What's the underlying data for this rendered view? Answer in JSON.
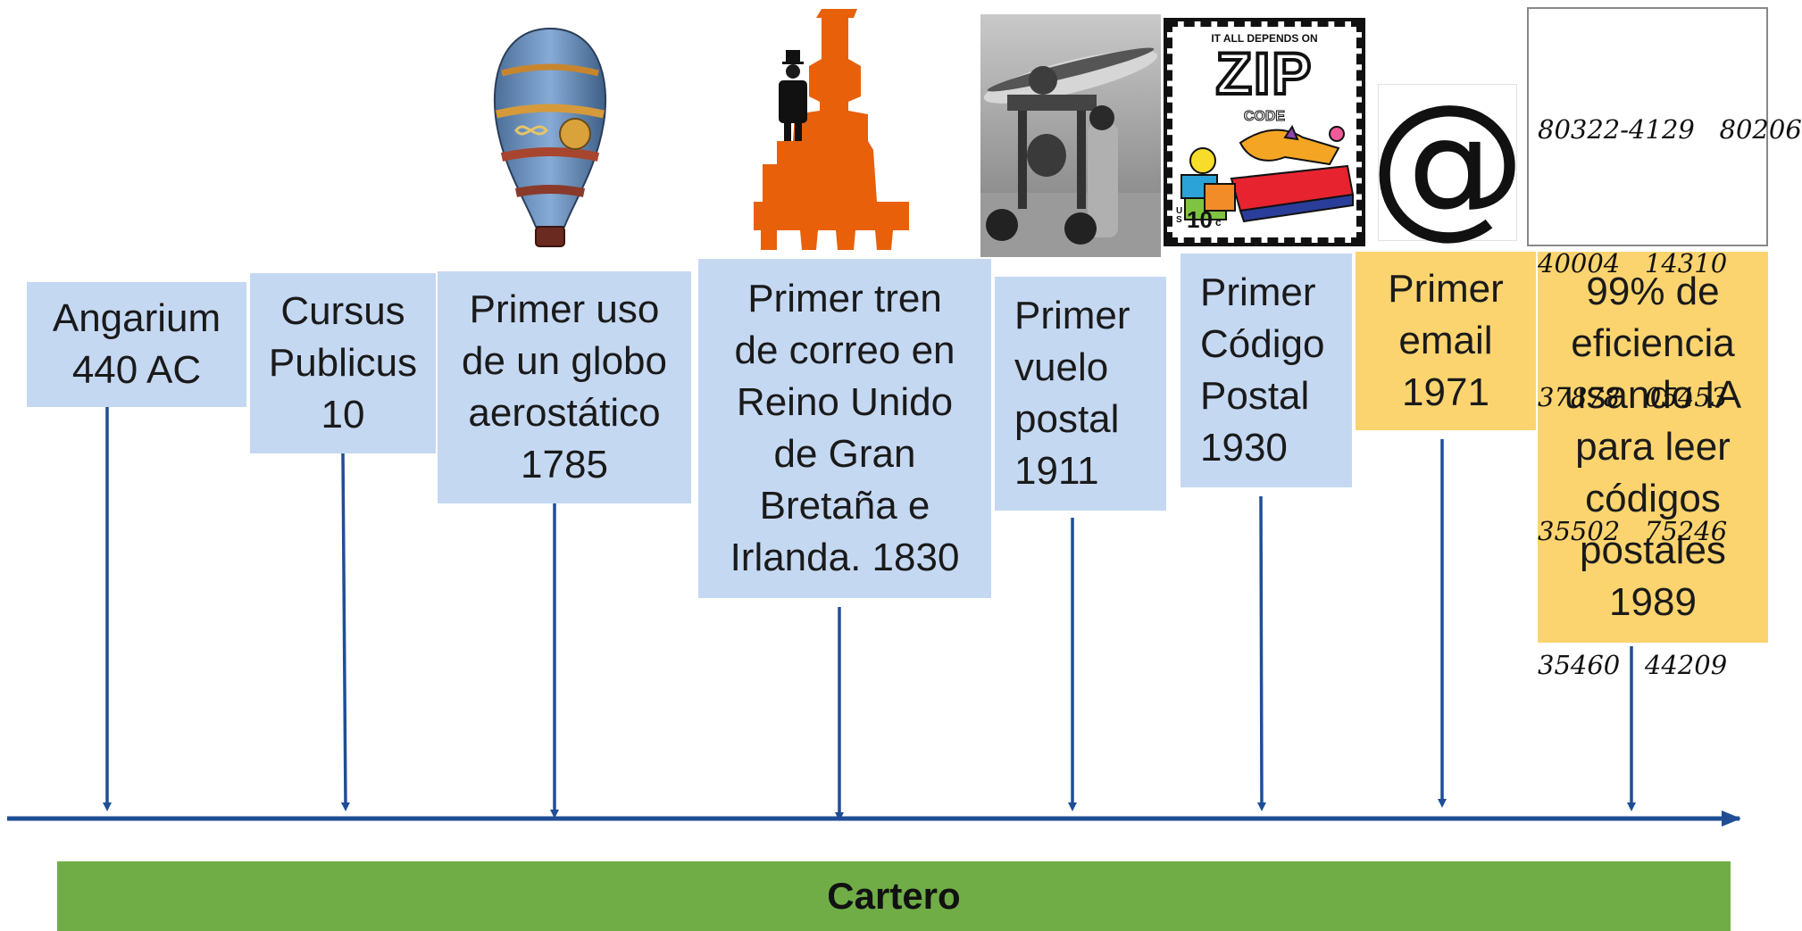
{
  "events": [
    {
      "label": "Angarium\n440 AC",
      "fill": "#c5d8f2"
    },
    {
      "label": "Cursus\nPublicus\n10",
      "fill": "#c5d8f2"
    },
    {
      "label": "Primer uso\nde un globo\naerostático\n1785",
      "fill": "#c5d8f2"
    },
    {
      "label": "Primer tren\nde correo en\nReino Unido\nde Gran\nBretaña e\nIrlanda. 1830",
      "fill": "#c5d8f2"
    },
    {
      "label": "Primer\nvuelo\npostal\n1911",
      "fill": "#c5d8f2"
    },
    {
      "label": "Primer\nCódigo\nPostal\n1930",
      "fill": "#c5d8f2"
    },
    {
      "label": "Primer\nemail\n1971",
      "fill": "#fcd46f"
    },
    {
      "label": "99% de\neficiencia\nusando IA\npara leer\ncódigos\npostales\n1989",
      "fill": "#fcd46f"
    }
  ],
  "illustrations": {
    "balloon": {
      "icon": "hot-air-balloon-icon"
    },
    "train": {
      "icon": "steam-train-icon",
      "color": "#e8600a"
    },
    "plane": {
      "icon": "mail-plane-photo"
    },
    "stamp": {
      "icon": "zip-code-stamp",
      "header": "IT ALL DEPENDS ON",
      "big": "ZIP",
      "sub": "CODE",
      "price": "10",
      "country": "US",
      "cents": "c"
    },
    "email": {
      "icon": "at-sign-icon",
      "glyph": "@"
    },
    "digits": {
      "icon": "handwritten-digits-sample",
      "lines": [
        "80322-4129   80206",
        "40004   14310",
        "37878   05453",
        "35502   75246",
        "35460   44209"
      ]
    }
  },
  "axis": {
    "color": "#1f4e96"
  },
  "footer": {
    "label": "Cartero",
    "color": "#70ad47"
  }
}
